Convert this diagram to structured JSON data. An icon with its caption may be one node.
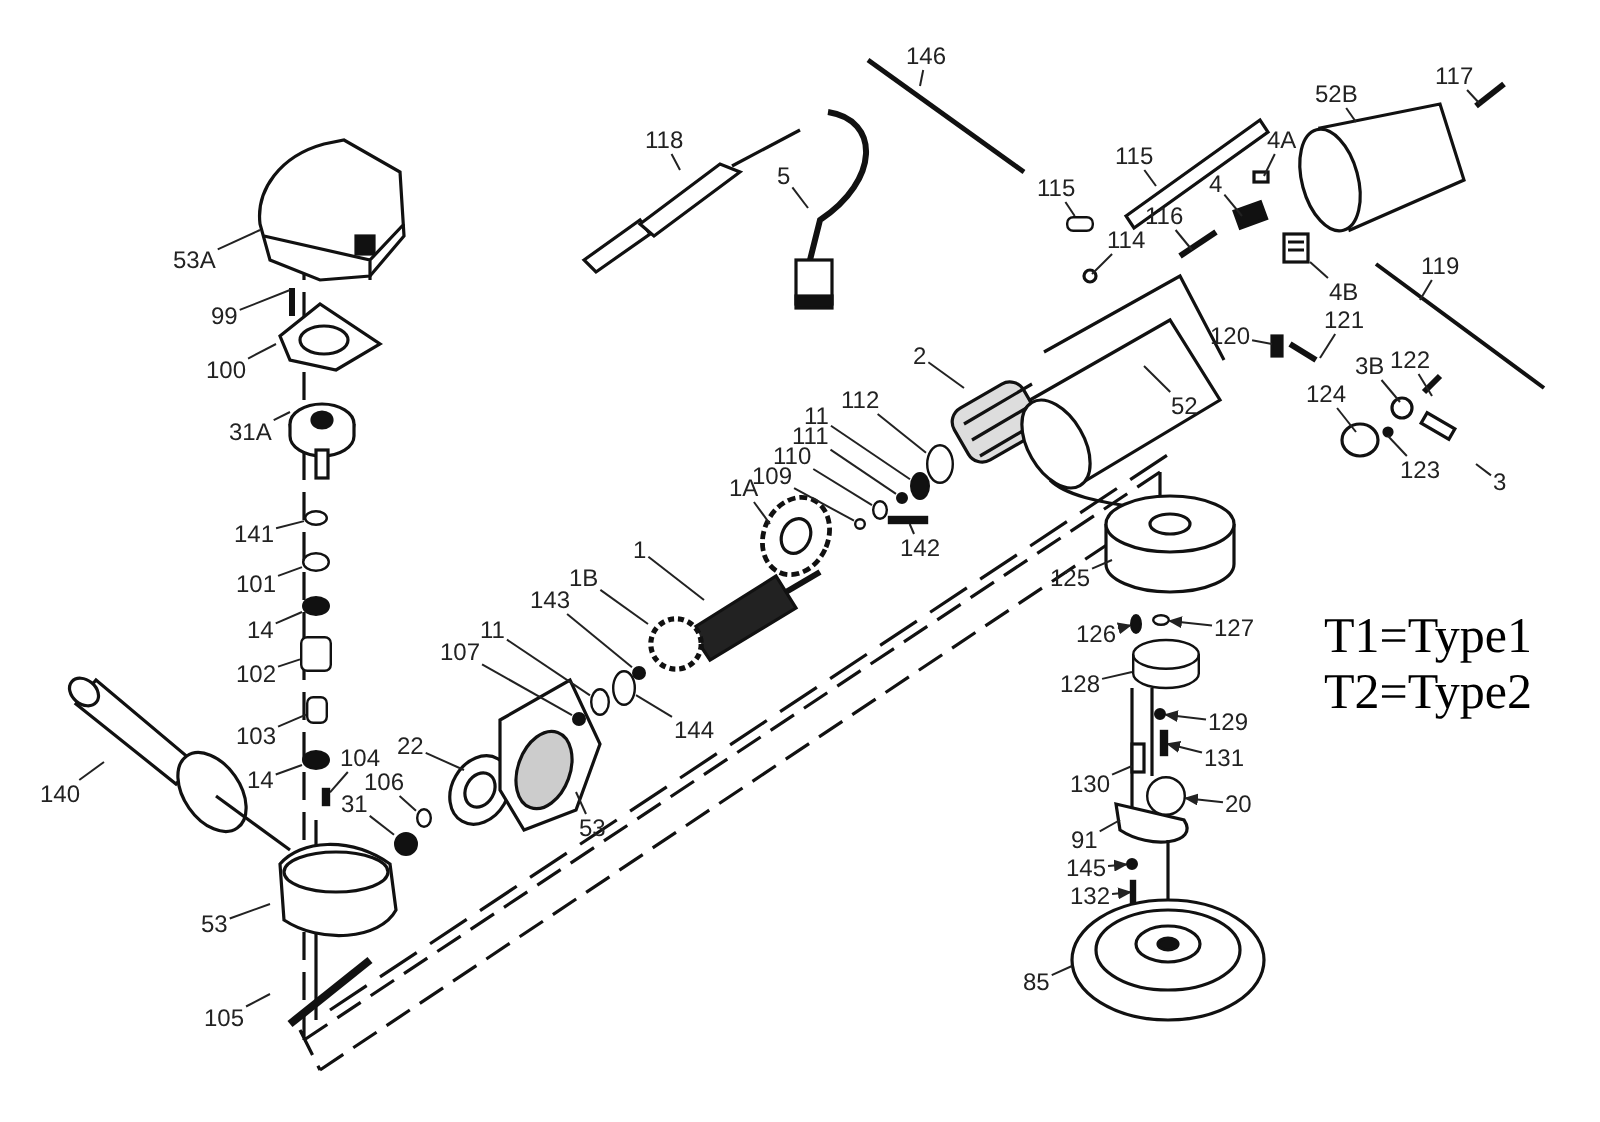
{
  "diagram": {
    "nodes": [
      {
        "text": [
          "53A"
        ]
      },
      {
        "text": [
          "99"
        ]
      },
      {
        "text": [
          "100"
        ]
      },
      {
        "text": [
          "31A"
        ]
      },
      {
        "text": [
          "141"
        ]
      },
      {
        "text": [
          "101"
        ]
      },
      {
        "text": [
          "14"
        ]
      },
      {
        "text": [
          "102"
        ]
      },
      {
        "text": [
          "103"
        ]
      },
      {
        "text": [
          "14"
        ]
      },
      {
        "text": [
          "104"
        ]
      },
      {
        "text": [
          "106"
        ]
      },
      {
        "text": [
          "31"
        ]
      },
      {
        "text": [
          "22"
        ]
      },
      {
        "text": [
          "140"
        ]
      },
      {
        "text": [
          "53"
        ]
      },
      {
        "text": [
          "105"
        ]
      },
      {
        "text": [
          "107"
        ]
      },
      {
        "text": [
          "11"
        ]
      },
      {
        "text": [
          "143"
        ]
      },
      {
        "text": [
          "144"
        ]
      },
      {
        "text": [
          "53"
        ]
      },
      {
        "text": [
          "1B"
        ]
      },
      {
        "text": [
          "1"
        ]
      },
      {
        "text": [
          "1A"
        ]
      },
      {
        "text": [
          "109"
        ]
      },
      {
        "text": [
          "110"
        ]
      },
      {
        "text": [
          "111"
        ]
      },
      {
        "text": [
          "11"
        ]
      },
      {
        "text": [
          "112"
        ]
      },
      {
        "text": [
          "142"
        ]
      },
      {
        "text": [
          "2"
        ]
      },
      {
        "text": [
          "118"
        ]
      },
      {
        "text": [
          "5"
        ]
      },
      {
        "text": [
          "146"
        ]
      },
      {
        "text": [
          "115"
        ]
      },
      {
        "text": [
          "114"
        ]
      },
      {
        "text": [
          "115"
        ]
      },
      {
        "text": [
          "116"
        ]
      },
      {
        "text": [
          "4"
        ]
      },
      {
        "text": [
          "4A"
        ]
      },
      {
        "text": [
          "52B"
        ]
      },
      {
        "text": [
          "117"
        ]
      },
      {
        "text": [
          "4B"
        ]
      },
      {
        "text": [
          "119"
        ]
      },
      {
        "text": [
          "120"
        ]
      },
      {
        "text": [
          "121"
        ]
      },
      {
        "text": [
          "52"
        ]
      },
      {
        "text": [
          "122"
        ]
      },
      {
        "text": [
          "3B"
        ]
      },
      {
        "text": [
          "124"
        ]
      },
      {
        "text": [
          "123"
        ]
      },
      {
        "text": [
          "3"
        ]
      },
      {
        "text": [
          "125"
        ]
      },
      {
        "text": [
          "126"
        ]
      },
      {
        "text": [
          "127"
        ]
      },
      {
        "text": [
          "128"
        ]
      },
      {
        "text": [
          "129"
        ]
      },
      {
        "text": [
          "131"
        ]
      },
      {
        "text": [
          "130"
        ]
      },
      {
        "text": [
          "20"
        ]
      },
      {
        "text": [
          "91"
        ]
      },
      {
        "text": [
          "145"
        ]
      },
      {
        "text": [
          "132"
        ]
      },
      {
        "text": [
          "85"
        ]
      },
      {
        "text": [],
        "shape": "circle"
      },
      {
        "text": [],
        "shape": "circle"
      },
      {
        "text": [],
        "shape": "circle"
      },
      {
        "text": [],
        "shape": "circle"
      },
      {
        "text": [],
        "shape": "circle"
      },
      {
        "text": [],
        "shape": "bar"
      },
      {
        "text": [],
        "shape": "circle"
      },
      {
        "text": [],
        "shape": "circle"
      },
      {
        "text": [],
        "shape": "circle"
      },
      {
        "text": [],
        "shape": "bar"
      },
      {
        "text": [],
        "shape": "circle"
      },
      {
        "text": [],
        "shape": "circle"
      },
      {
        "text": [],
        "shape": "bar"
      },
      {
        "text": [],
        "shape": "circle"
      },
      {
        "text": [],
        "shape": "circle"
      },
      {
        "text": [],
        "shape": "circle"
      },
      {
        "text": [],
        "shape": "box"
      },
      {
        "text": [],
        "shape": "box"
      },
      {
        "text": [],
        "shape": "circle"
      },
      {
        "text": [],
        "shape": "bar"
      },
      {
        "text": [],
        "shape": "circle"
      },
      {
        "text": [],
        "shape": "circle"
      },
      {
        "text": [],
        "shape": "circle"
      },
      {
        "text": [],
        "shape": "circle"
      },
      {
        "text": [],
        "shape": "circle"
      },
      {
        "text": [],
        "shape": "cylinder"
      },
      {
        "text": [],
        "shape": "circle"
      },
      {
        "text": [],
        "shape": "circle"
      },
      {
        "text": [],
        "shape": "box"
      }
    ],
    "edges": [
      {
        "from": 0,
        "to": null,
        "arrow": "none"
      },
      {
        "from": 1,
        "to": null,
        "arrow": "none"
      },
      {
        "from": 2,
        "to": null,
        "arrow": "none"
      },
      {
        "from": 3,
        "to": null,
        "arrow": "none"
      },
      {
        "from": 4,
        "to": 78,
        "arrow": "none"
      },
      {
        "from": 5,
        "to": 79,
        "arrow": "none"
      },
      {
        "from": 6,
        "to": 80,
        "arrow": "none"
      },
      {
        "from": 7,
        "to": 81,
        "arrow": "none"
      },
      {
        "from": 8,
        "to": 82,
        "arrow": "none"
      },
      {
        "from": 9,
        "to": 83,
        "arrow": "none"
      },
      {
        "from": 10,
        "to": 84,
        "arrow": "none"
      },
      {
        "from": 11,
        "to": 91,
        "arrow": "none"
      },
      {
        "from": 12,
        "to": 85,
        "arrow": "none"
      },
      {
        "from": 13,
        "to": null,
        "arrow": "none"
      },
      {
        "from": 14,
        "to": null,
        "arrow": "none"
      },
      {
        "from": 15,
        "to": null,
        "arrow": "none"
      },
      {
        "from": 16,
        "to": null,
        "arrow": "none"
      },
      {
        "from": 17,
        "to": 87,
        "arrow": "none"
      },
      {
        "from": 18,
        "to": 88,
        "arrow": "none"
      },
      {
        "from": 19,
        "to": 86,
        "arrow": "none"
      },
      {
        "from": 20,
        "to": 89,
        "arrow": "none"
      },
      {
        "from": 21,
        "to": null,
        "arrow": "none"
      },
      {
        "from": 22,
        "to": 92,
        "arrow": "none"
      },
      {
        "from": 23,
        "to": null,
        "arrow": "none"
      },
      {
        "from": 24,
        "to": null,
        "arrow": "none"
      },
      {
        "from": 25,
        "to": 65,
        "arrow": "none"
      },
      {
        "from": 26,
        "to": 66,
        "arrow": "none"
      },
      {
        "from": 27,
        "to": 67,
        "arrow": "none"
      },
      {
        "from": 28,
        "to": 68,
        "arrow": "none"
      },
      {
        "from": 29,
        "to": 69,
        "arrow": "none"
      },
      {
        "from": 30,
        "to": 70,
        "arrow": "none"
      },
      {
        "from": 31,
        "to": null,
        "arrow": "none"
      },
      {
        "from": 32,
        "to": null,
        "arrow": "none"
      },
      {
        "from": 33,
        "to": null,
        "arrow": "none"
      },
      {
        "from": 34,
        "to": null,
        "arrow": "none"
      },
      {
        "from": 35,
        "to": 93,
        "arrow": "none"
      },
      {
        "from": 36,
        "to": null,
        "arrow": "none"
      },
      {
        "from": 37,
        "to": null,
        "arrow": "none"
      },
      {
        "from": 38,
        "to": null,
        "arrow": "none"
      },
      {
        "from": 39,
        "to": null,
        "arrow": "none"
      },
      {
        "from": 40,
        "to": null,
        "arrow": "none"
      },
      {
        "from": 41,
        "to": null,
        "arrow": "none"
      },
      {
        "from": 42,
        "to": null,
        "arrow": "none"
      },
      {
        "from": 43,
        "to": null,
        "arrow": "none"
      },
      {
        "from": 44,
        "to": null,
        "arrow": "none"
      },
      {
        "from": 45,
        "to": null,
        "arrow": "none"
      },
      {
        "from": 46,
        "to": null,
        "arrow": "none"
      },
      {
        "from": 47,
        "to": null,
        "arrow": "none"
      },
      {
        "from": 48,
        "to": null,
        "arrow": "none"
      },
      {
        "from": 49,
        "to": null,
        "arrow": "none"
      },
      {
        "from": 50,
        "to": null,
        "arrow": "none"
      },
      {
        "from": 51,
        "to": null,
        "arrow": "none"
      },
      {
        "from": 52,
        "to": null,
        "arrow": "none"
      },
      {
        "from": 53,
        "to": null,
        "arrow": "none"
      },
      {
        "from": 54,
        "to": 71,
        "arrow": "to"
      },
      {
        "from": 55,
        "to": 72,
        "arrow": "to"
      },
      {
        "from": 56,
        "to": 90,
        "arrow": "none"
      },
      {
        "from": 57,
        "to": 73,
        "arrow": "to"
      },
      {
        "from": 58,
        "to": 74,
        "arrow": "to"
      },
      {
        "from": 59,
        "to": null,
        "arrow": "none"
      },
      {
        "from": 60,
        "to": 75,
        "arrow": "to"
      },
      {
        "from": 61,
        "to": null,
        "arrow": "none"
      },
      {
        "from": 62,
        "to": 76,
        "arrow": "to"
      },
      {
        "from": 63,
        "to": 77,
        "arrow": "to"
      },
      {
        "from": 64,
        "to": null,
        "arrow": "none"
      }
    ],
    "labels": [
      "T1=Type1",
      "T2=Type2"
    ]
  }
}
